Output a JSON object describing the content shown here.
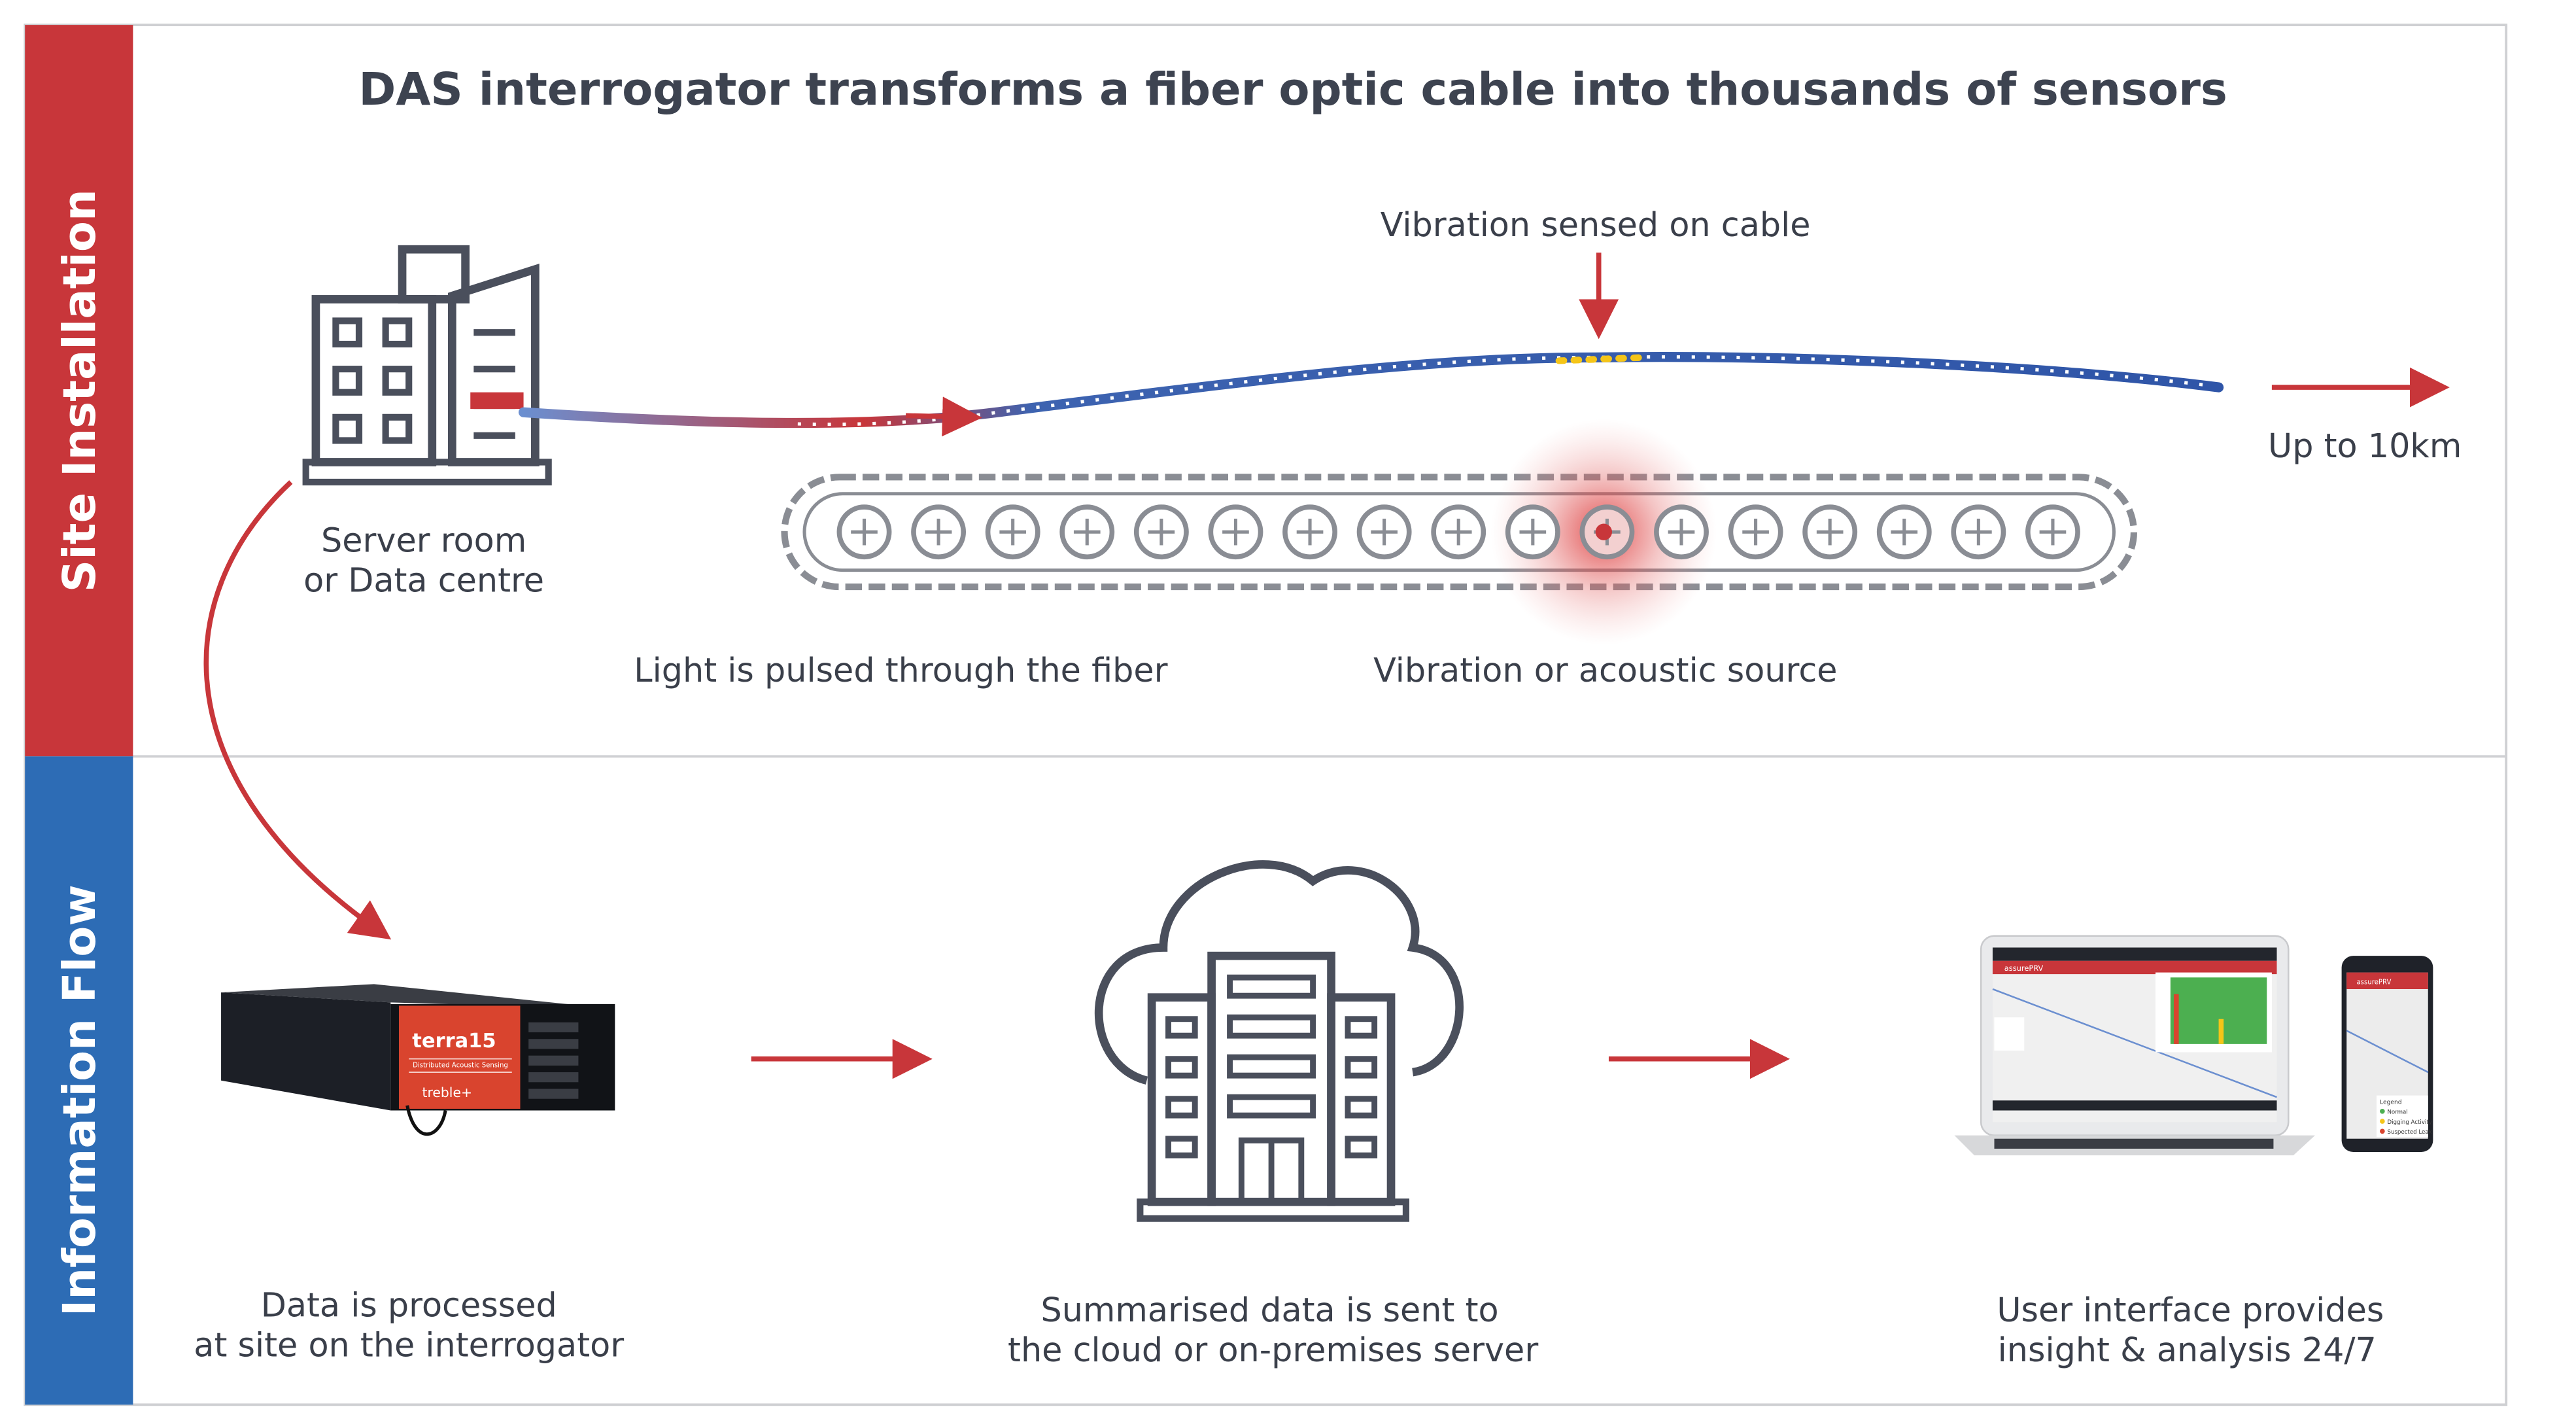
{
  "title": "DAS interrogator transforms a fiber optic cable into thousands of sensors",
  "bands": {
    "top": "Site Installation",
    "bottom": "Information Flow"
  },
  "site": {
    "server_room": [
      "Server room",
      "or Data centre"
    ],
    "vibration_sensed": "Vibration sensed on cable",
    "range": "Up to 10km",
    "light_pulsed": "Light is pulsed through the fiber",
    "vibration_source": "Vibration or acoustic source"
  },
  "flow": {
    "interrogator": [
      "Data is processed",
      "at site on the interrogator"
    ],
    "cloud": [
      "Summarised data is sent to",
      "the cloud or on-premises server"
    ],
    "ui": [
      "User interface provides",
      "insight & analysis 24/7"
    ]
  },
  "device": {
    "brand": "terra15",
    "product": "Distributed Acoustic Sensing",
    "model": "treble+"
  },
  "app": {
    "name": "assurePRV",
    "legend_title": "Legend",
    "legend": [
      "Normal",
      "Digging Activity",
      "Suspected Leak"
    ]
  },
  "colors": {
    "red": "#c8363a",
    "blue": "#2d6cb5",
    "cable": "#3d63b0",
    "accent_arrow": "#c8363a",
    "chart_green": "#4caf50"
  }
}
